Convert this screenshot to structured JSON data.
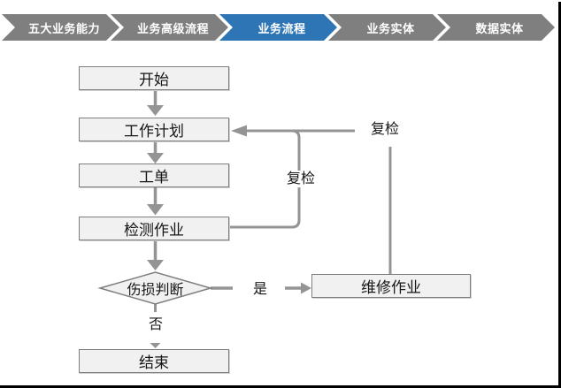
{
  "nav": {
    "items": [
      {
        "label": "五大业务能力",
        "active": false
      },
      {
        "label": "业务高级流程",
        "active": false
      },
      {
        "label": "业务流程",
        "active": true
      },
      {
        "label": "业务实体",
        "active": false
      },
      {
        "label": "数据实体",
        "active": false
      }
    ]
  },
  "flowchart": {
    "nodes": {
      "start": {
        "label": "开始",
        "shape": "rect"
      },
      "plan": {
        "label": "工作计划",
        "shape": "rect"
      },
      "order": {
        "label": "工单",
        "shape": "rect"
      },
      "inspect": {
        "label": "检测作业",
        "shape": "rect"
      },
      "decision": {
        "label": "伤损判断",
        "shape": "diamond"
      },
      "end": {
        "label": "结束",
        "shape": "rect"
      },
      "repair": {
        "label": "维修作业",
        "shape": "rect"
      }
    },
    "edge_labels": {
      "recheck_inner": "复检",
      "recheck_outer": "复检",
      "yes": "是",
      "no": "否"
    }
  },
  "colors": {
    "chevron_gray": "#7f7f7f",
    "active_blue": "#2e75b6",
    "node_fill": "#f1f1f1",
    "node_border": "#7e7e7e",
    "connector_gray": "#949494",
    "text": "#161616",
    "frame_black": "#000000"
  }
}
